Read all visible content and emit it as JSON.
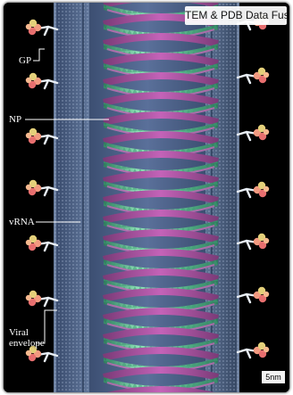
{
  "header": {
    "title": "TEM & PDB Data Fusion"
  },
  "labels": {
    "gp": "GP",
    "np": "NP",
    "vrna": "vRNA",
    "viral_envelope_line1": "Viral",
    "viral_envelope_line2": "envelope"
  },
  "scale_bar": {
    "text": "5nm"
  },
  "colors": {
    "background": "#000000",
    "membrane": "#5a7194",
    "nucleoprotein_green": "#6fd3a3",
    "nucleoprotein_magenta": "#c463b8",
    "glycoprotein": "#e98a77"
  }
}
